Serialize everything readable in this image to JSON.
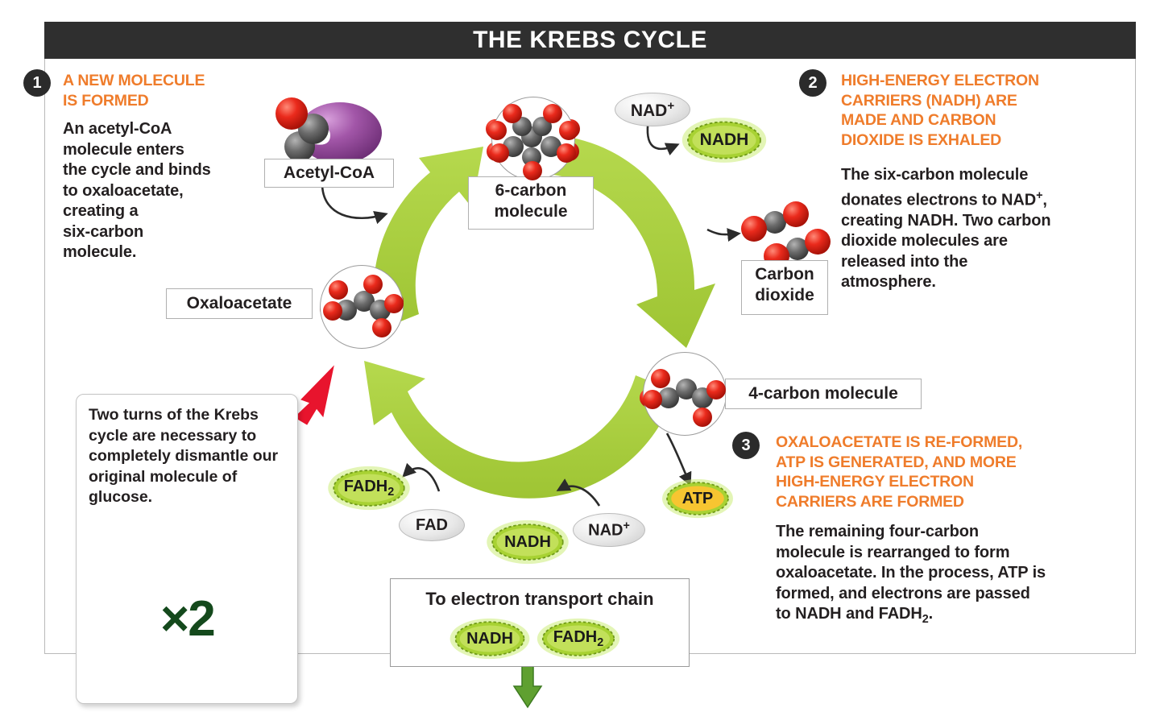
{
  "title": "THE KREBS CYCLE",
  "colors": {
    "title_bar": "#2f2f2f",
    "heading_orange": "#ef7c2b",
    "arrow_green": "#a6ce39",
    "arrow_green_dark": "#8cb82b",
    "body_text": "#231f20",
    "red_arrow": "#e8142d",
    "atp_yellow": "#f7c531",
    "oxygen_red": "#e12b21",
    "carbon_gray": "#5b5b5b",
    "coa_purple": "#9b4f9e",
    "x2_green": "#14491c"
  },
  "steps": [
    {
      "number": "1",
      "heading": "A NEW MOLECULE\nIS FORMED",
      "body": "An acetyl-CoA\nmolecule enters\nthe cycle and binds\nto oxaloacetate,\ncreating a\nsix-carbon\nmolecule."
    },
    {
      "number": "2",
      "heading": "HIGH-ENERGY ELECTRON\nCARRIERS (NADH) ARE\nMADE AND CARBON\nDIOXIDE IS EXHALED",
      "body": "The six-carbon molecule\ndonates electrons to NAD+,\ncreating NADH.  Two carbon\ndioxide molecules are\nreleased into the\natmosphere."
    },
    {
      "number": "3",
      "heading": "OXALOACETATE IS RE-FORMED,\nATP IS GENERATED, AND MORE\nHIGH-ENERGY ELECTRON\nCARRIERS ARE FORMED",
      "body": "The remaining four-carbon\nmolecule is rearranged to form\noxaloacetate. In the process, ATP is\nformed, and electrons are passed\nto NADH and FADH2."
    }
  ],
  "molecule_labels": {
    "acetyl_coa": "Acetyl-CoA",
    "six_carbon": "6-carbon\nmolecule",
    "oxaloacetate": "Oxaloacetate",
    "carbon_dioxide": "Carbon\ndioxide",
    "four_carbon": "4-carbon molecule"
  },
  "badges": {
    "nad_plus_top": "NAD+",
    "nadh_top": "NADH",
    "fadh2_bottom": "FADH2",
    "fad_bottom": "FAD",
    "nadh_bottom": "NADH",
    "nad_plus_bottom": "NAD+",
    "atp": "ATP"
  },
  "side_card": {
    "text": "Two turns of the Krebs cycle are necessary to completely dismantle our original molecule of glucose.",
    "multiplier": "×2"
  },
  "etc_box": {
    "title": "To electron transport chain",
    "items": [
      "NADH",
      "FADH2"
    ]
  }
}
